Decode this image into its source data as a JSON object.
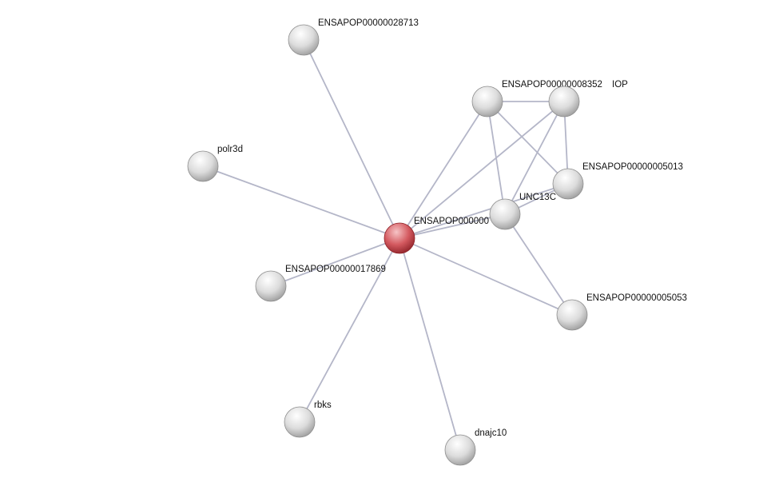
{
  "network": {
    "query_color": "#c9484e",
    "node_color": "#d8d8d8",
    "edge_color": "#b4b6c8",
    "nodes": [
      {
        "id": "center",
        "label": "ENSAPOP000000",
        "query": true
      },
      {
        "id": "n28713",
        "label": "ENSAPOP00000028713"
      },
      {
        "id": "n8352",
        "label": "ENSAPOP00000008352"
      },
      {
        "id": "iop",
        "label": "IOP"
      },
      {
        "id": "polr3d",
        "label": "polr3d"
      },
      {
        "id": "n5013",
        "label": "ENSAPOP00000005013"
      },
      {
        "id": "unc13c",
        "label": "UNC13C"
      },
      {
        "id": "n17869",
        "label": "ENSAPOP00000017869"
      },
      {
        "id": "n5053",
        "label": "ENSAPOP00000005053"
      },
      {
        "id": "rbks",
        "label": "rbks"
      },
      {
        "id": "dnajc10",
        "label": "dnajc10"
      }
    ],
    "edges": [
      [
        "center",
        "n28713"
      ],
      [
        "center",
        "n8352"
      ],
      [
        "center",
        "iop"
      ],
      [
        "center",
        "polr3d"
      ],
      [
        "center",
        "unc13c"
      ],
      [
        "center",
        "n5013"
      ],
      [
        "center",
        "n17869"
      ],
      [
        "center",
        "n5053"
      ],
      [
        "center",
        "rbks"
      ],
      [
        "center",
        "dnajc10"
      ],
      [
        "n8352",
        "iop"
      ],
      [
        "n8352",
        "unc13c"
      ],
      [
        "n8352",
        "n5013"
      ],
      [
        "iop",
        "unc13c"
      ],
      [
        "iop",
        "n5013"
      ],
      [
        "unc13c",
        "n5013"
      ],
      [
        "unc13c",
        "n5053"
      ]
    ]
  }
}
